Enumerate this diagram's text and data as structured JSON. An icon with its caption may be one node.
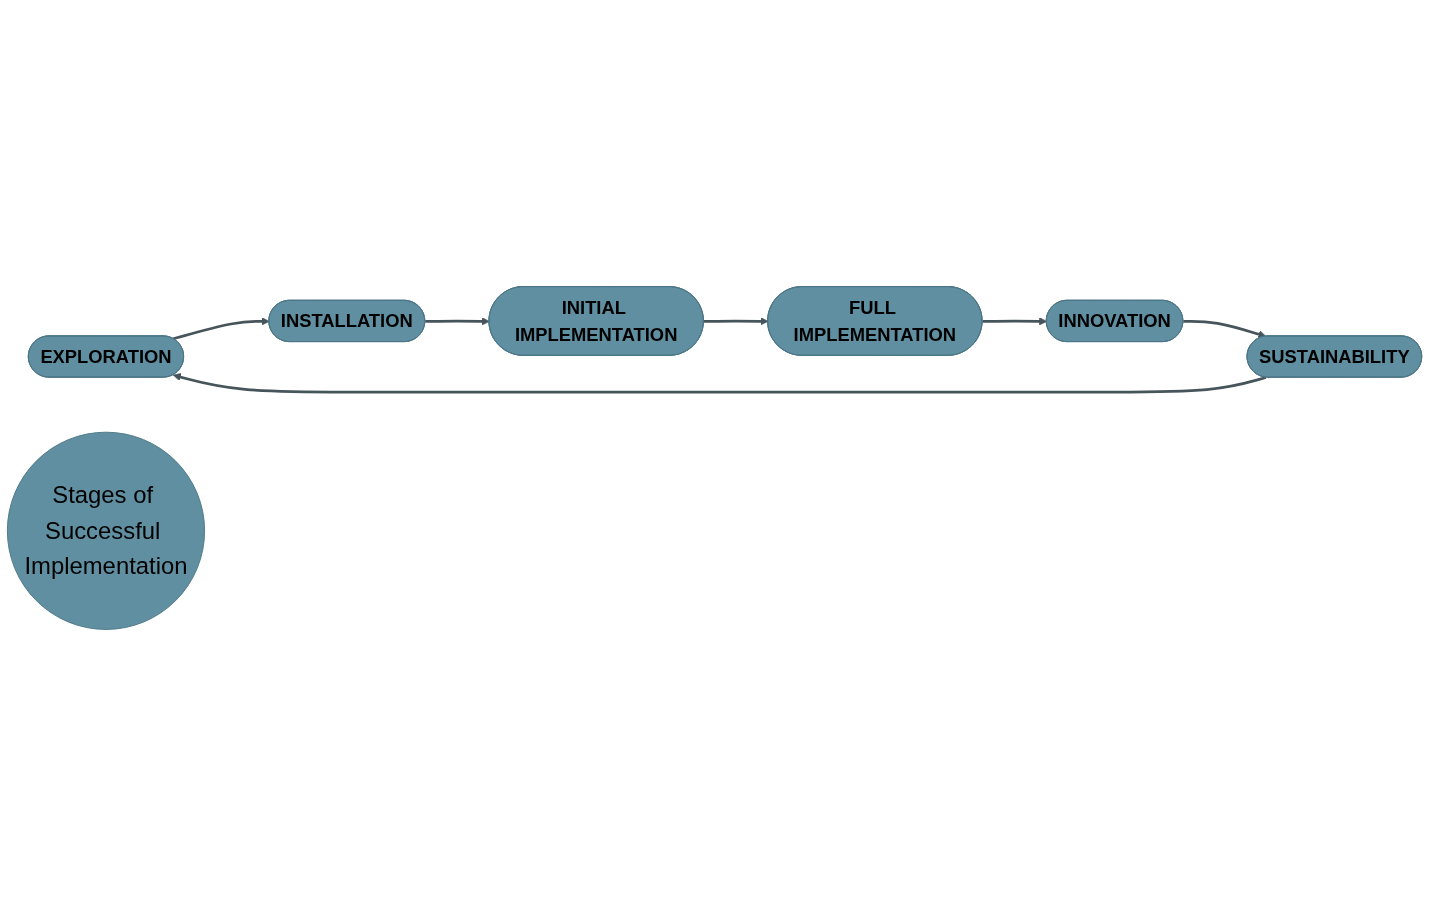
{
  "diagram": {
    "nodes": [
      {
        "text": [
          "EXPLORATION"
        ]
      },
      {
        "text": [
          "SUSTAINABILITY"
        ]
      },
      {
        "text": [
          "INSTALLATION"
        ]
      },
      {
        "text": [
          "Stages of Successful Implementation"
        ]
      },
      {
        "text": [
          "INNOVATION"
        ]
      },
      {
        "text": [
          "INITIAL IMPLEMENTATION"
        ]
      },
      {
        "text": [
          "FULL IMPLEMENTATION"
        ]
      }
    ],
    "edges": [
      {
        "from": 1,
        "to": 0,
        "arrow": "to"
      },
      {
        "from": 0,
        "to": 2,
        "arrow": "to"
      },
      {
        "from": 2,
        "to": 5,
        "arrow": "to"
      },
      {
        "from": 5,
        "to": 6,
        "arrow": "to"
      },
      {
        "from": 6,
        "to": 4,
        "arrow": "to"
      },
      {
        "from": 4,
        "to": 1,
        "arrow": "to"
      }
    ]
  }
}
